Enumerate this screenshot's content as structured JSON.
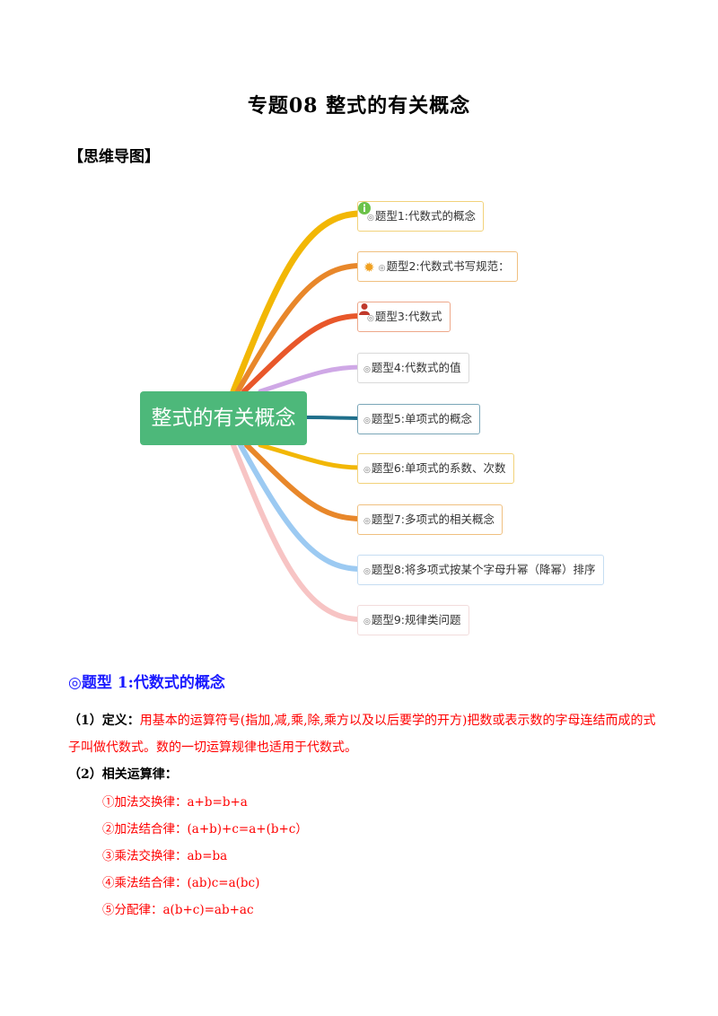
{
  "document": {
    "title": "专题08  整式的有关概念",
    "mindmap_label": "【思维导图】"
  },
  "mindmap": {
    "center": "整式的有关概念",
    "branches": [
      {
        "label": "题型1:代数式的概念",
        "icon": "info-icon",
        "color": "#f2b705"
      },
      {
        "label": "题型2:代数式书写规范：",
        "icon": "gear-icon",
        "color": "#f0a020"
      },
      {
        "label": "题型3:代数式",
        "icon": "user-icon",
        "color": "#e8572a"
      },
      {
        "label": "题型4:代数式的值",
        "icon": "",
        "color": "#cfa8e6"
      },
      {
        "label": "题型5:单项式的概念",
        "icon": "",
        "color": "#1f6f8b"
      },
      {
        "label": "题型6:单项式的系数、次数",
        "icon": "",
        "color": "#f2b705"
      },
      {
        "label": "题型7:多项式的相关概念",
        "icon": "",
        "color": "#e8872a"
      },
      {
        "label": "题型8:将多项式按某个字母升幂（降幂）排序",
        "icon": "",
        "color": "#9ccaf2"
      },
      {
        "label": "题型9:规律类问题",
        "icon": "",
        "color": "#f7c4c4"
      }
    ]
  },
  "section1": {
    "heading": "◎题型 1:代数式的概念",
    "def_prefix": "（1）定义：",
    "def_line1": "用基本的运算符号(指加,减,乘,除,乘方以及以后要学的开方)把数或表示数的字母连结而成的式",
    "def_line2": "子叫做代数式。数的一切运算规律也适用于代数式。",
    "laws_title": "（2）相关运算律：",
    "laws": [
      "①加法交换律：a+b=b+a",
      "②加法结合律：(a+b)+c=a+(b+c）",
      "③乘法交换律：ab=ba",
      "④乘法结合律：(ab)c=a(bc)",
      "⑤分配律：a(b+c)=ab+ac"
    ]
  }
}
